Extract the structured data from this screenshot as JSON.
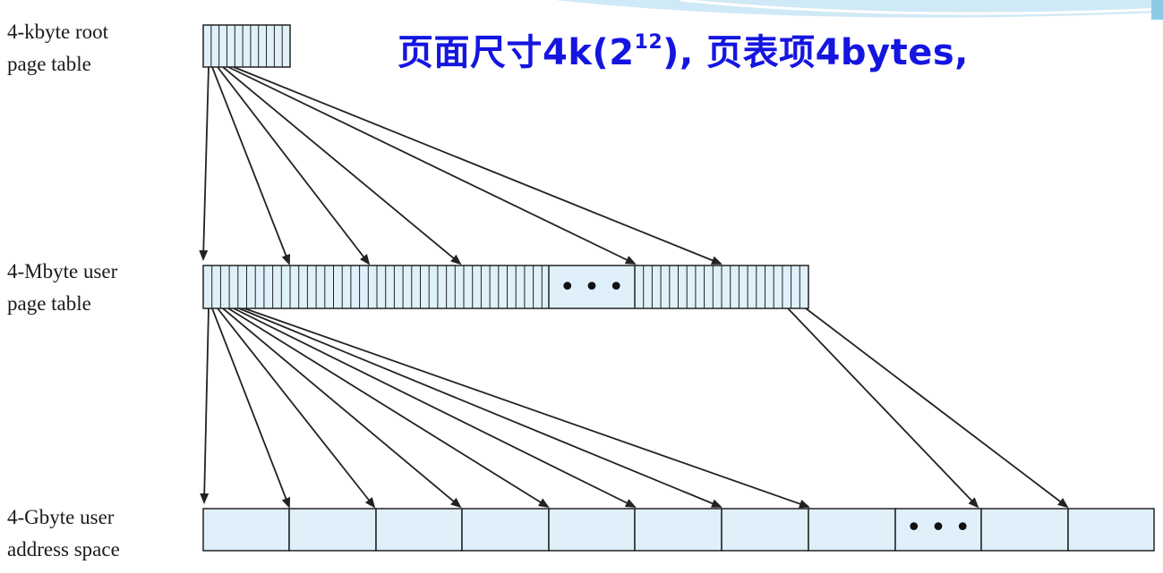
{
  "headline": {
    "prefix": "页面尺寸4k(2",
    "exponent": "12",
    "suffix": "), 页表项4bytes,"
  },
  "levels": {
    "root": {
      "line1": "4-kbyte root",
      "line2": "page table"
    },
    "user": {
      "line1": "4-Mbyte user",
      "line2": "page table"
    },
    "space": {
      "line1": "4-Gbyte user",
      "line2": "address space"
    }
  },
  "ellipsis": "• • •",
  "colors": {
    "box_fill": "#dff0fa",
    "stroke": "#222222",
    "headline": "#1515e0",
    "deco": "#bcdff0"
  }
}
